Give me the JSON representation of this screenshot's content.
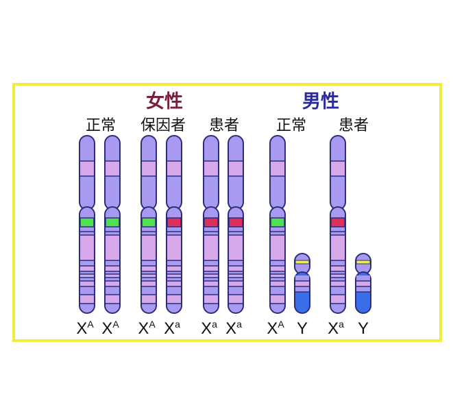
{
  "headings": [
    {
      "text": "女性",
      "color": "#7b1e3c"
    },
    {
      "text": "男性",
      "color": "#2b2a9c"
    }
  ],
  "groups": [
    "正常",
    "保因者",
    "患者",
    "正常",
    "患者"
  ],
  "colors": {
    "border": "#f0ee3c",
    "chromosome": "#a89af0",
    "band": "#d7a8ea",
    "outline": "#2a2d7a",
    "y_long_arm": "#3a6ee8",
    "y_band": "#f2ee40"
  },
  "chromosomes": [
    {
      "type": "X",
      "label": "X",
      "allele": "A",
      "gene_color": "#4ee24e"
    },
    {
      "type": "X",
      "label": "X",
      "allele": "A",
      "gene_color": "#4ee24e"
    },
    {
      "type": "X",
      "label": "X",
      "allele": "A",
      "gene_color": "#4ee24e"
    },
    {
      "type": "X",
      "label": "X",
      "allele": "a",
      "gene_color": "#e0305a"
    },
    {
      "type": "X",
      "label": "X",
      "allele": "a",
      "gene_color": "#e0305a"
    },
    {
      "type": "X",
      "label": "X",
      "allele": "a",
      "gene_color": "#e0305a"
    },
    {
      "type": "X",
      "label": "X",
      "allele": "A",
      "gene_color": "#4ee24e"
    },
    {
      "type": "Y",
      "label": "Y",
      "allele": ""
    },
    {
      "type": "X",
      "label": "X",
      "allele": "a",
      "gene_color": "#e0305a"
    },
    {
      "type": "Y",
      "label": "Y",
      "allele": ""
    }
  ]
}
